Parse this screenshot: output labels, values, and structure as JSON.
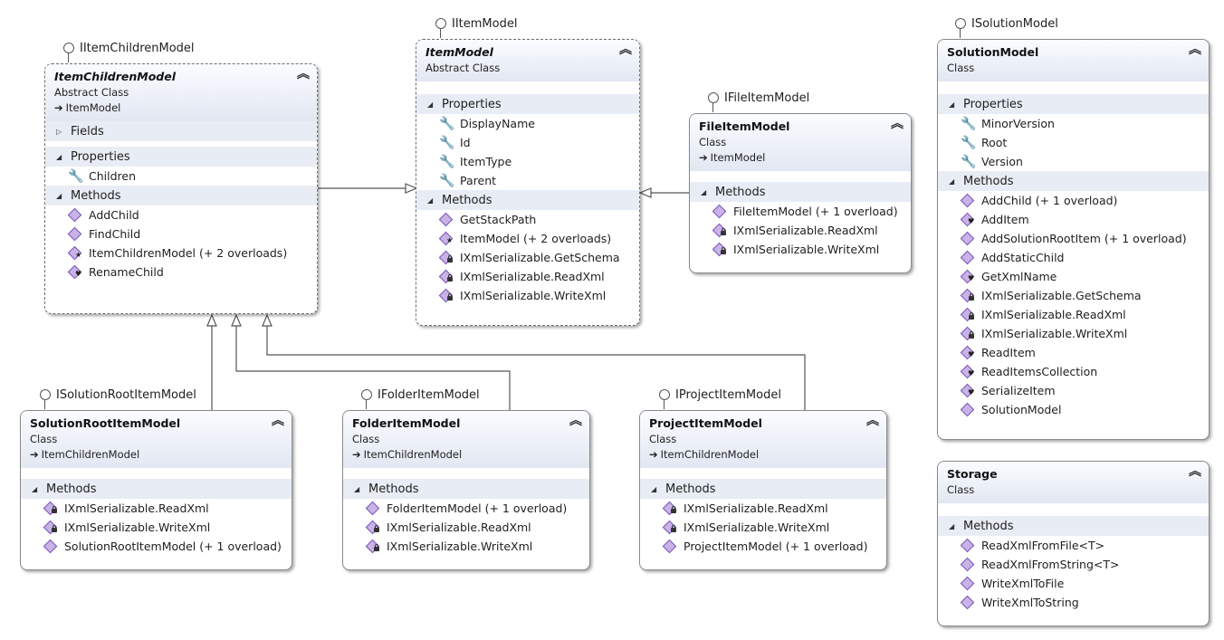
{
  "interfaces": {
    "iitemchildren": "IItemChildrenModel",
    "iitem": "IItemModel",
    "ifileitem": "IFileItemModel",
    "isolution": "ISolutionModel",
    "isolutionroot": "ISolutionRootItemModel",
    "ifolder": "IFolderItemModel",
    "iproject": "IProjectItemModel"
  },
  "sections": {
    "fields": "Fields",
    "properties": "Properties",
    "methods": "Methods"
  },
  "classes": {
    "itemchildren": {
      "name": "ItemChildrenModel",
      "kind": "Abstract Class",
      "base": "ItemModel",
      "properties": [
        "Children"
      ],
      "methods": [
        "AddChild",
        "FindChild",
        "ItemChildrenModel (+ 2 overloads)",
        "RenameChild"
      ]
    },
    "item": {
      "name": "ItemModel",
      "kind": "Abstract Class",
      "properties": [
        "DisplayName",
        "Id",
        "ItemType",
        "Parent"
      ],
      "methods": [
        "GetStackPath",
        "ItemModel (+ 2 overloads)",
        "IXmlSerializable.GetSchema",
        "IXmlSerializable.ReadXml",
        "IXmlSerializable.WriteXml"
      ]
    },
    "fileitem": {
      "name": "FileItemModel",
      "kind": "Class",
      "base": "ItemModel",
      "methods": [
        "FileItemModel (+ 1 overload)",
        "IXmlSerializable.ReadXml",
        "IXmlSerializable.WriteXml"
      ]
    },
    "solution": {
      "name": "SolutionModel",
      "kind": "Class",
      "properties": [
        "MinorVersion",
        "Root",
        "Version"
      ],
      "methods": [
        "AddChild (+ 1 overload)",
        "AddItem",
        "AddSolutionRootItem (+ 1 overload)",
        "AddStaticChild",
        "GetXmlName",
        "IXmlSerializable.GetSchema",
        "IXmlSerializable.ReadXml",
        "IXmlSerializable.WriteXml",
        "ReadItem",
        "ReadItemsCollection",
        "SerializeItem",
        "SolutionModel"
      ]
    },
    "solutionroot": {
      "name": "SolutionRootItemModel",
      "kind": "Class",
      "base": "ItemChildrenModel",
      "methods": [
        "IXmlSerializable.ReadXml",
        "IXmlSerializable.WriteXml",
        "SolutionRootItemModel (+ 1 overload)"
      ]
    },
    "folder": {
      "name": "FolderItemModel",
      "kind": "Class",
      "base": "ItemChildrenModel",
      "methods": [
        "FolderItemModel (+ 1 overload)",
        "IXmlSerializable.ReadXml",
        "IXmlSerializable.WriteXml"
      ]
    },
    "project": {
      "name": "ProjectItemModel",
      "kind": "Class",
      "base": "ItemChildrenModel",
      "methods": [
        "IXmlSerializable.ReadXml",
        "IXmlSerializable.WriteXml",
        "ProjectItemModel (+ 1 overload)"
      ]
    },
    "storage": {
      "name": "Storage",
      "kind": "Class",
      "methods": [
        "ReadXmlFromFile<T>",
        "ReadXmlFromString<T>",
        "WriteXmlToFile",
        "WriteXmlToString"
      ]
    }
  }
}
